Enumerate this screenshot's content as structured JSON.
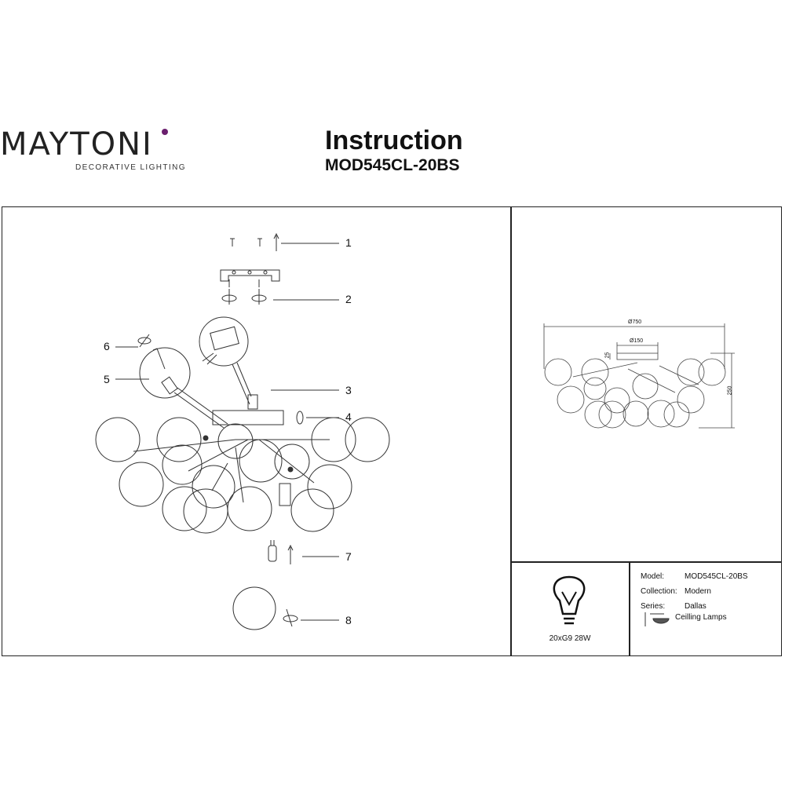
{
  "header": {
    "brand_name": "MAYTONI",
    "brand_tagline": "DECORATIVE LIGHTING",
    "brand_color": "#6b1f6e",
    "title": "Instruction",
    "model_code": "MOD545CL-20BS"
  },
  "diagram": {
    "callouts": [
      "1",
      "2",
      "3",
      "4",
      "5",
      "6",
      "7",
      "8"
    ]
  },
  "dimensions": {
    "overall_diameter": "Ø750",
    "canopy_diameter": "Ø150",
    "canopy_height": "25",
    "overall_height": "250"
  },
  "bulb": {
    "icon": "light-bulb-icon",
    "spec": "20xG9 28W"
  },
  "specs": {
    "model_label": "Model:",
    "model_value": "MOD545CL-20BS",
    "collection_label": "Collection:",
    "collection_value": "Modern",
    "series_label": "Series:",
    "series_value": "Dallas",
    "type_icon": "ceiling-lamp-icon",
    "type_value": "Ceilling Lamps"
  }
}
